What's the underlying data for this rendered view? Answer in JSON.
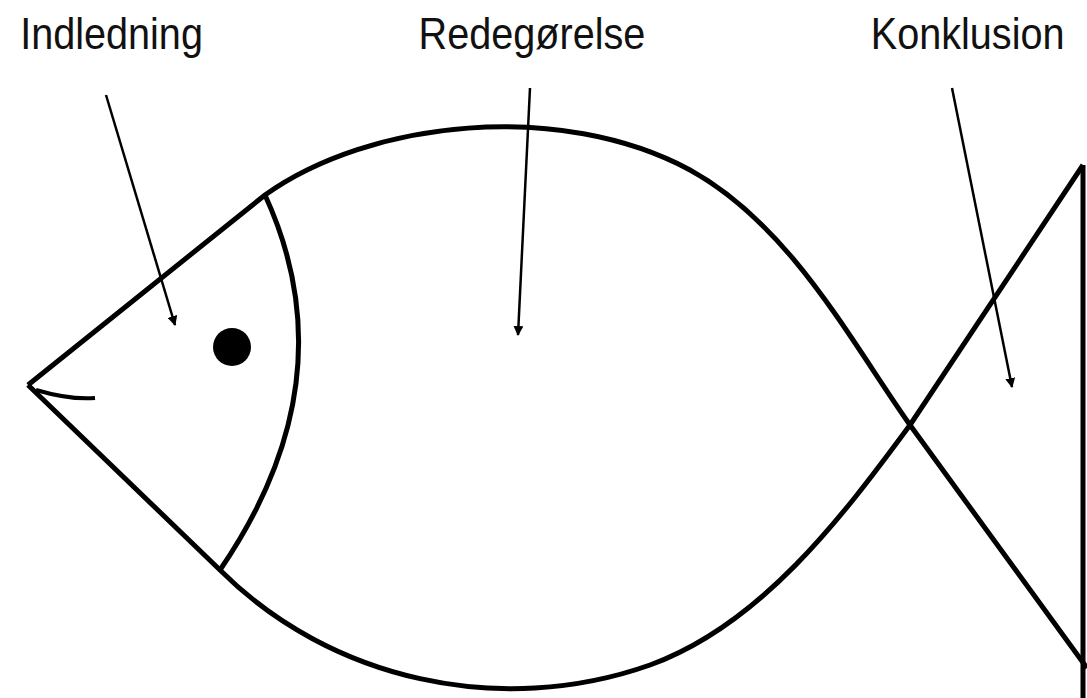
{
  "diagram": {
    "labels": [
      "Indledning",
      "Redegørelse",
      "Konklusion"
    ]
  }
}
